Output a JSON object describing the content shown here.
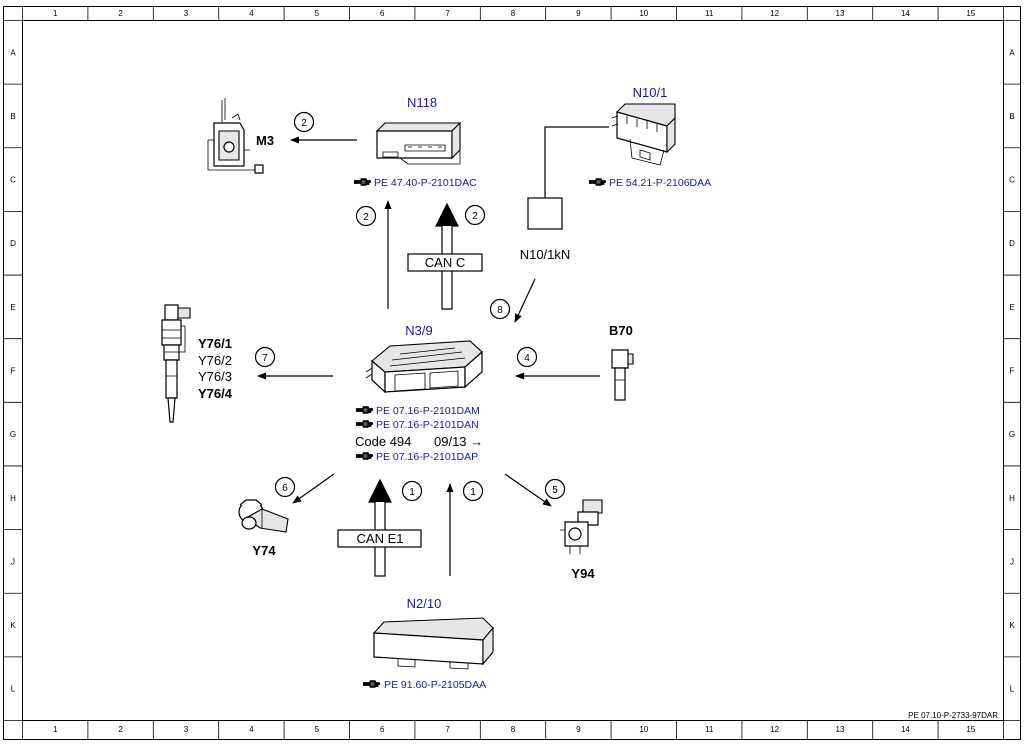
{
  "frame": {
    "columns": [
      "1",
      "2",
      "3",
      "4",
      "5",
      "6",
      "7",
      "8",
      "9",
      "10",
      "11",
      "12",
      "13",
      "14",
      "15"
    ],
    "rows": [
      "A",
      "B",
      "C",
      "D",
      "E",
      "F",
      "G",
      "H",
      "J",
      "K",
      "L"
    ],
    "document_id": "PE 07.10-P-2733-97DAR"
  },
  "components": {
    "n118": {
      "label": "N118",
      "ref": "PE 47.40-P-2101DAC"
    },
    "n10_1": {
      "label": "N10/1",
      "ref": "PE 54.21-P-2106DAA"
    },
    "n10_1kn": {
      "label": "N10/1kN"
    },
    "n3_9": {
      "label": "N3/9",
      "refs": [
        "PE 07.16-P-2101DAM",
        "PE 07.16-P-2101DAN",
        "PE 07.16-P-2101DAP"
      ],
      "code_text": "Code 494",
      "code_date": "09/13 →"
    },
    "m3": {
      "label": "M3"
    },
    "y76": {
      "labels": [
        "Y76/1",
        "Y76/2",
        "Y76/3",
        "Y76/4"
      ]
    },
    "b70": {
      "label": "B70"
    },
    "y74": {
      "label": "Y74"
    },
    "y94": {
      "label": "Y94"
    },
    "n2_10": {
      "label": "N2/10",
      "ref": "PE 91.60-P-2105DAA"
    }
  },
  "buses": {
    "can_c": "CAN C",
    "can_e1": "CAN E1"
  },
  "signals": {
    "s_m3": "2",
    "s_n118_line": "2",
    "s_can_c": "2",
    "s_n10kn": "8",
    "s_y76": "7",
    "s_b70": "4",
    "s_y74": "6",
    "s_can_e1": "1",
    "s_n2_line": "1",
    "s_y94": "5"
  }
}
